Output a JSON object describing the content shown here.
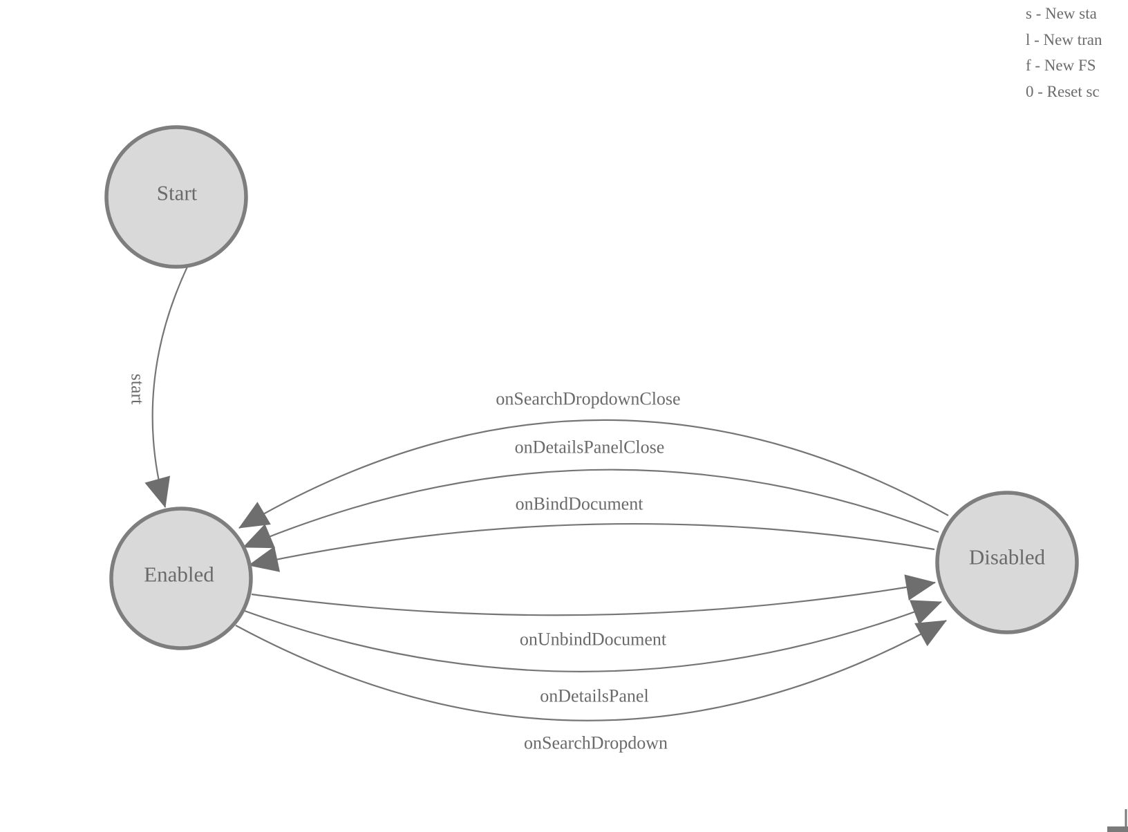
{
  "diagram": {
    "type": "finite-state-machine",
    "states": [
      {
        "id": "start",
        "label": "Start"
      },
      {
        "id": "enabled",
        "label": "Enabled"
      },
      {
        "id": "disabled",
        "label": "Disabled"
      }
    ],
    "transitions": [
      {
        "label": "start",
        "from": "Start",
        "to": "Enabled"
      },
      {
        "label": "onSearchDropdownClose",
        "from": "Disabled",
        "to": "Enabled"
      },
      {
        "label": "onDetailsPanelClose",
        "from": "Disabled",
        "to": "Enabled"
      },
      {
        "label": "onBindDocument",
        "from": "Disabled",
        "to": "Enabled"
      },
      {
        "label": "onUnbindDocument",
        "from": "Enabled",
        "to": "Disabled"
      },
      {
        "label": "onDetailsPanel",
        "from": "Enabled",
        "to": "Disabled"
      },
      {
        "label": "onSearchDropdown",
        "from": "Enabled",
        "to": "Disabled"
      }
    ],
    "colors": {
      "node_fill": "#d9d9d9",
      "node_stroke": "#7e7e7e",
      "edge_stroke": "#757575",
      "arrowhead": "#6e6e6e",
      "text": "#6a6a6a",
      "background": "#ffffff"
    }
  },
  "legend": {
    "lines": [
      "s - New sta",
      "l - New tran",
      "f - New FS",
      "0 - Reset sc"
    ]
  }
}
